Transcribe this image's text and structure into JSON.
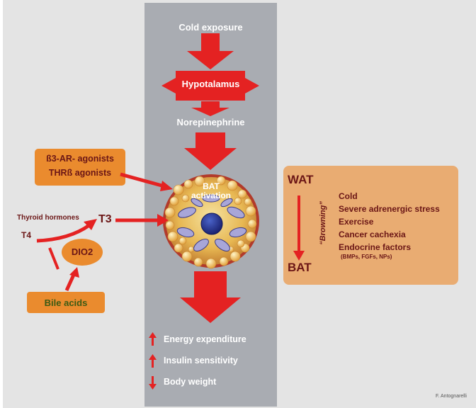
{
  "center_column": {
    "cold_exposure": "Cold exposure",
    "hypothalamus": "Hypotalamus",
    "norepinephrine": "Norepinephrine",
    "bat_activation_line1": "BAT",
    "bat_activation_line2": "activation"
  },
  "left_inputs": {
    "agonists_line1": "ß3-AR- agonists",
    "agonists_line2": "THRß agonists",
    "thyroid_hormones": "Thyroid hormones",
    "t4": "T4",
    "t3": "T3",
    "dio2": "DIO2",
    "bile_acids": "Bile acids"
  },
  "outcomes": [
    {
      "label": "Energy expenditure",
      "direction": "up"
    },
    {
      "label": "Insulin sensitivity",
      "direction": "up"
    },
    {
      "label": "Body weight",
      "direction": "down"
    }
  ],
  "browning_panel": {
    "wat": "WAT",
    "bat": "BAT",
    "browning": "“Browning”",
    "factors": [
      "Cold",
      "Severe adrenergic stress",
      "Exercise",
      "Cancer cachexia",
      "Endocrine factors"
    ],
    "factors_note": "(BMPs, FGFs, NPs)"
  },
  "credit": "F. Antognarelli",
  "colors": {
    "background": "#e4e4e4",
    "column": "#a9acb2",
    "arrow_red": "#e42222",
    "orange_box": "#ea8b2e",
    "panel": "#e9ac72",
    "text_dark": "#6b1616"
  }
}
